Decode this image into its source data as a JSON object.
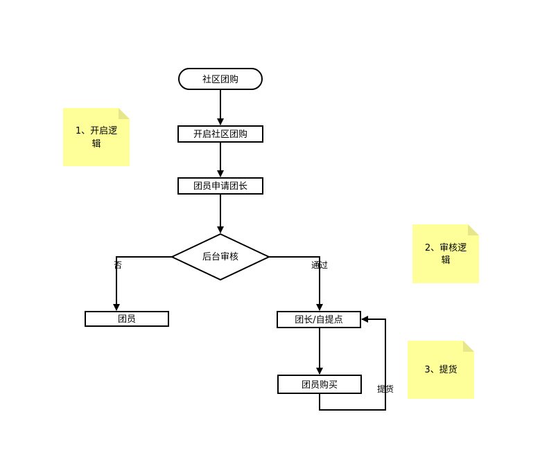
{
  "colors": {
    "stroke": "#000000",
    "note_fill": "#ffff99",
    "note_fold": "#e6e68a"
  },
  "nodes": {
    "start": "社区团购",
    "open": "开启社区团购",
    "apply": "团员申请团长",
    "review": "后台审核",
    "member": "团员",
    "leader": "团长/自提点",
    "buy": "团员购买"
  },
  "edges": {
    "no": "否",
    "pass": "通过",
    "pickup": "提货"
  },
  "notes": {
    "note1_line1": "1、开启逻",
    "note1_line2": "辑",
    "note2_line1": "2、审核逻",
    "note2_line2": "辑",
    "note3": "3、提货"
  }
}
